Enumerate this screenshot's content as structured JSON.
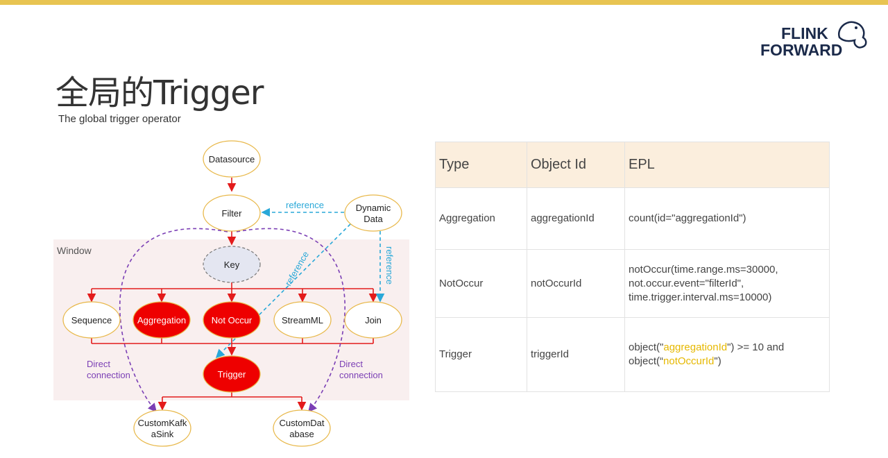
{
  "header": {
    "title": "全局的Trigger",
    "subtitle": "The global trigger operator",
    "logo_line1": "FLINK",
    "logo_line2": "FORWARD"
  },
  "diagram": {
    "window_label": "Window",
    "nodes": {
      "datasource": "Datasource",
      "filter": "Filter",
      "dynamic_data_1": "Dynamic",
      "dynamic_data_2": "Data",
      "key": "Key",
      "sequence": "Sequence",
      "aggregation": "Aggregation",
      "not_occur": "Not Occur",
      "streamml": "StreamML",
      "join": "Join",
      "trigger": "Trigger",
      "kafka_sink_1": "CustomKafk",
      "kafka_sink_2": "aSink",
      "custom_db_1": "CustomDat",
      "custom_db_2": "abase"
    },
    "labels": {
      "reference_top": "reference",
      "reference_right": "reference",
      "reference_diag": "reference",
      "direct_left_1": "Direct",
      "direct_left_2": "connection",
      "direct_right_1": "Direct",
      "direct_right_2": "connection"
    },
    "colors": {
      "arrow_red": "#e31b1b",
      "node_fill_red": "#ee0000",
      "node_border": "#e8b84a",
      "reference_blue": "#29a8d8",
      "direct_purple": "#7b3fb5",
      "window_bg": "#f9efef"
    }
  },
  "table": {
    "headers": [
      "Type",
      "Object Id",
      "EPL"
    ],
    "rows": [
      {
        "type": "Aggregation",
        "object_id": "aggregationId",
        "epl": [
          "count(id=\"aggregationId\")"
        ]
      },
      {
        "type": "NotOccur",
        "object_id": "notOccurId",
        "epl": [
          "notOccur(time.range.ms=30000,",
          "not.occur.event=\"filterId\",",
          "time.trigger.interval.ms=10000)"
        ]
      },
      {
        "type": "Trigger",
        "object_id": "triggerId",
        "epl_line1_pre": "object(\"",
        "epl_line1_hl": "aggregationId",
        "epl_line1_post": "\") >= 10 and",
        "epl_line2_pre": "object(“",
        "epl_line2_hl": "notOccurId",
        "epl_line2_post": "\")"
      }
    ]
  }
}
